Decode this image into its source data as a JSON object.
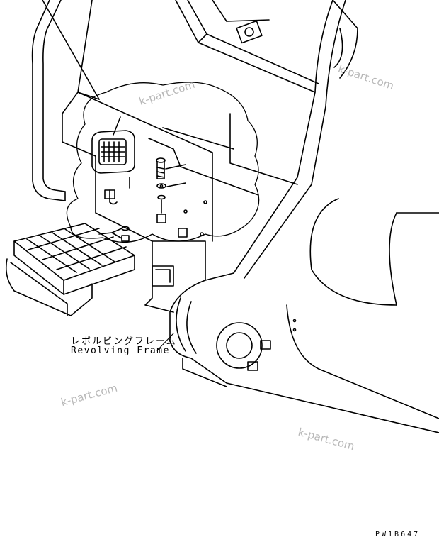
{
  "labels": {
    "part_name_jp": "レボルビングフレーム",
    "part_name_en": "Revolving Frame",
    "drawing_code": "PW1B647"
  },
  "watermarks": [
    "k-part.com",
    "k-part.com",
    "k-part.com",
    "k-part.com"
  ],
  "colors": {
    "line": "#000000",
    "watermark": "#b8b8b8",
    "background": "#ffffff"
  }
}
